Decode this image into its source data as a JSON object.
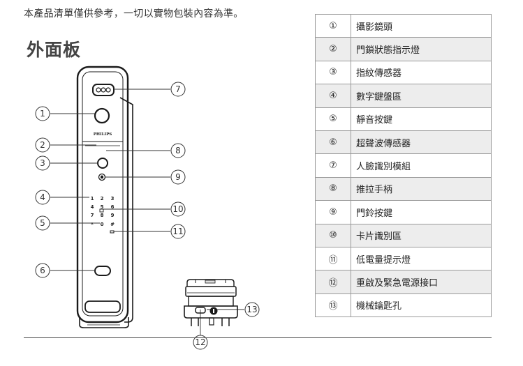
{
  "note": "本產品清單僅供參考，一切以實物包裝內容為準。",
  "section_title": "外面板",
  "device_brand": "PHILIPS",
  "keypad_keys": [
    "1",
    "2",
    "3",
    "4",
    "5",
    "6",
    "7",
    "8",
    "9",
    "*",
    "0",
    "#"
  ],
  "callouts": [
    "1",
    "2",
    "3",
    "4",
    "5",
    "6",
    "7",
    "8",
    "9",
    "10",
    "11",
    "12",
    "13"
  ],
  "parts": [
    {
      "num": "①",
      "name": "攝影鏡頭"
    },
    {
      "num": "②",
      "name": "門鎖狀態指示燈"
    },
    {
      "num": "③",
      "name": "指紋傳感器"
    },
    {
      "num": "④",
      "name": "數字鍵盤區"
    },
    {
      "num": "⑤",
      "name": "靜音按鍵"
    },
    {
      "num": "⑥",
      "name": "超聲波傳感器"
    },
    {
      "num": "⑦",
      "name": "人臉識別模組"
    },
    {
      "num": "⑧",
      "name": "推拉手柄"
    },
    {
      "num": "⑨",
      "name": "門鈴按鍵"
    },
    {
      "num": "⑩",
      "name": "卡片識別區"
    },
    {
      "num": "⑪",
      "name": "低電量提示燈"
    },
    {
      "num": "⑫",
      "name": "重啟及緊急電源接口"
    },
    {
      "num": "⑬",
      "name": "機械鑰匙孔"
    }
  ]
}
